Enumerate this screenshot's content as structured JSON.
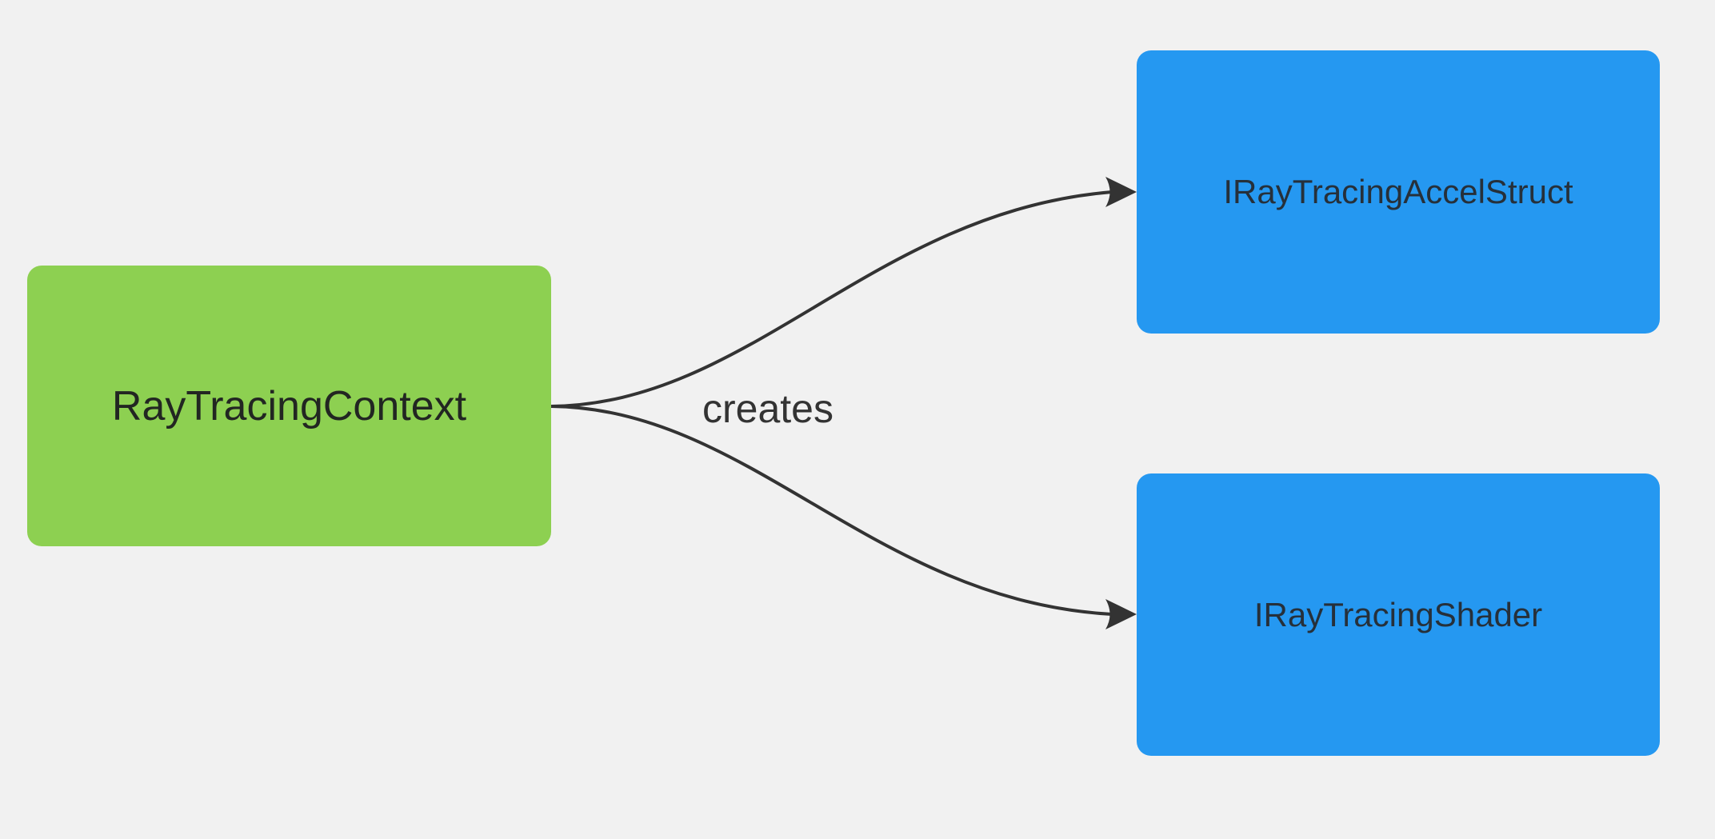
{
  "canvas": {
    "background_color": "#f1f1f1",
    "line_color": "#333333"
  },
  "diagram": {
    "type": "flowchart-LR",
    "nodes": [
      {
        "id": "ctx",
        "label": "RayTracingContext",
        "fill_color": "#8dd051",
        "text_color": "#222622"
      },
      {
        "id": "accel",
        "label": "IRayTracingAccelStruct",
        "fill_color": "#2598f1",
        "text_color": "#26303a"
      },
      {
        "id": "shader",
        "label": "IRayTracingShader",
        "fill_color": "#2598f1",
        "text_color": "#26303a"
      }
    ],
    "edges": [
      {
        "from": "RayTracingContext",
        "to": "IRayTracingAccelStruct",
        "label": "creates"
      },
      {
        "from": "RayTracingContext",
        "to": "IRayTracingShader",
        "label": "creates"
      }
    ],
    "edge_label": "creates"
  }
}
